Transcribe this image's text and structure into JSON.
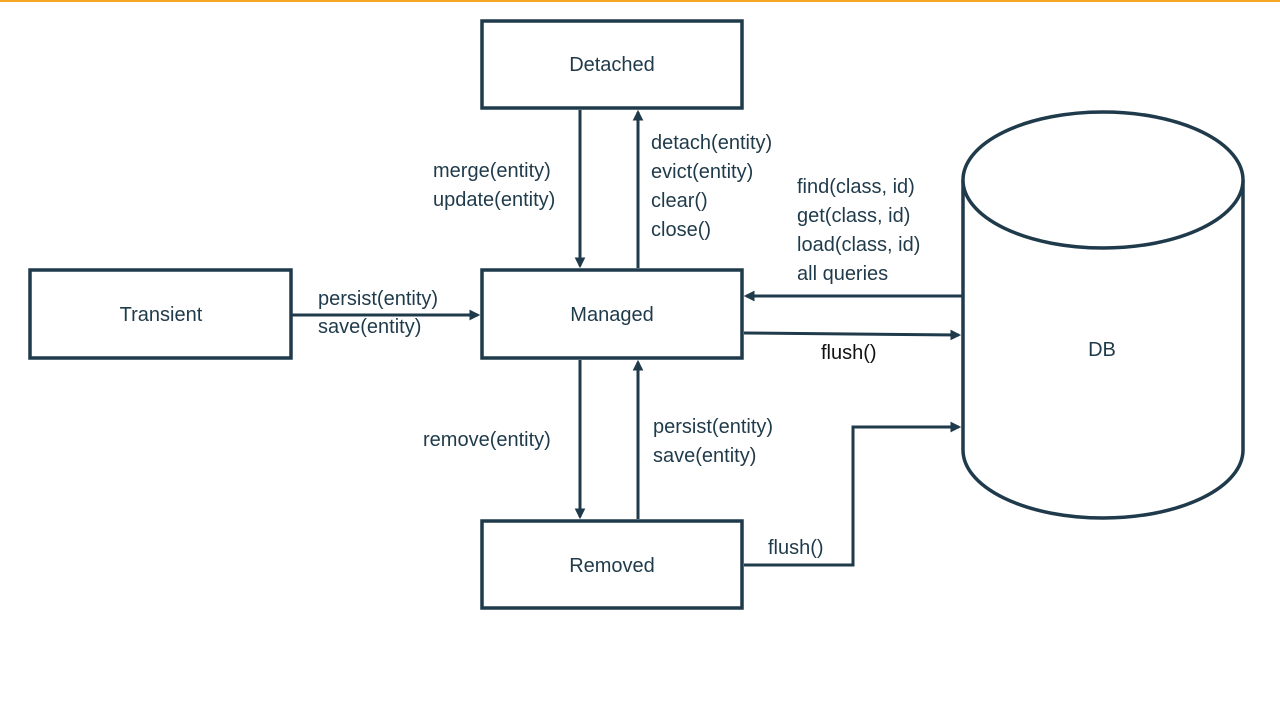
{
  "colors": {
    "top_rule": "#f5a623",
    "stroke": "#1f3a4a",
    "node_text": "#1f3a4a",
    "edge_text": "#1f3a4a",
    "flush_text": "#111111"
  },
  "nodes": {
    "detached": "Detached",
    "transient": "Transient",
    "managed": "Managed",
    "removed": "Removed",
    "db": "DB"
  },
  "edges": {
    "merge": [
      "merge(entity)",
      "update(entity)"
    ],
    "detach": [
      "detach(entity)",
      "evict(entity)",
      "clear()",
      "close()"
    ],
    "find": [
      "find(class, id)",
      "get(class, id)",
      "load(class, id)",
      "all queries"
    ],
    "persist_transient": [
      "persist(entity)",
      "save(entity)"
    ],
    "flush_managed": "flush()",
    "remove": "remove(entity)",
    "persist_removed": [
      "persist(entity)",
      "save(entity)"
    ],
    "flush_removed": "flush()"
  }
}
